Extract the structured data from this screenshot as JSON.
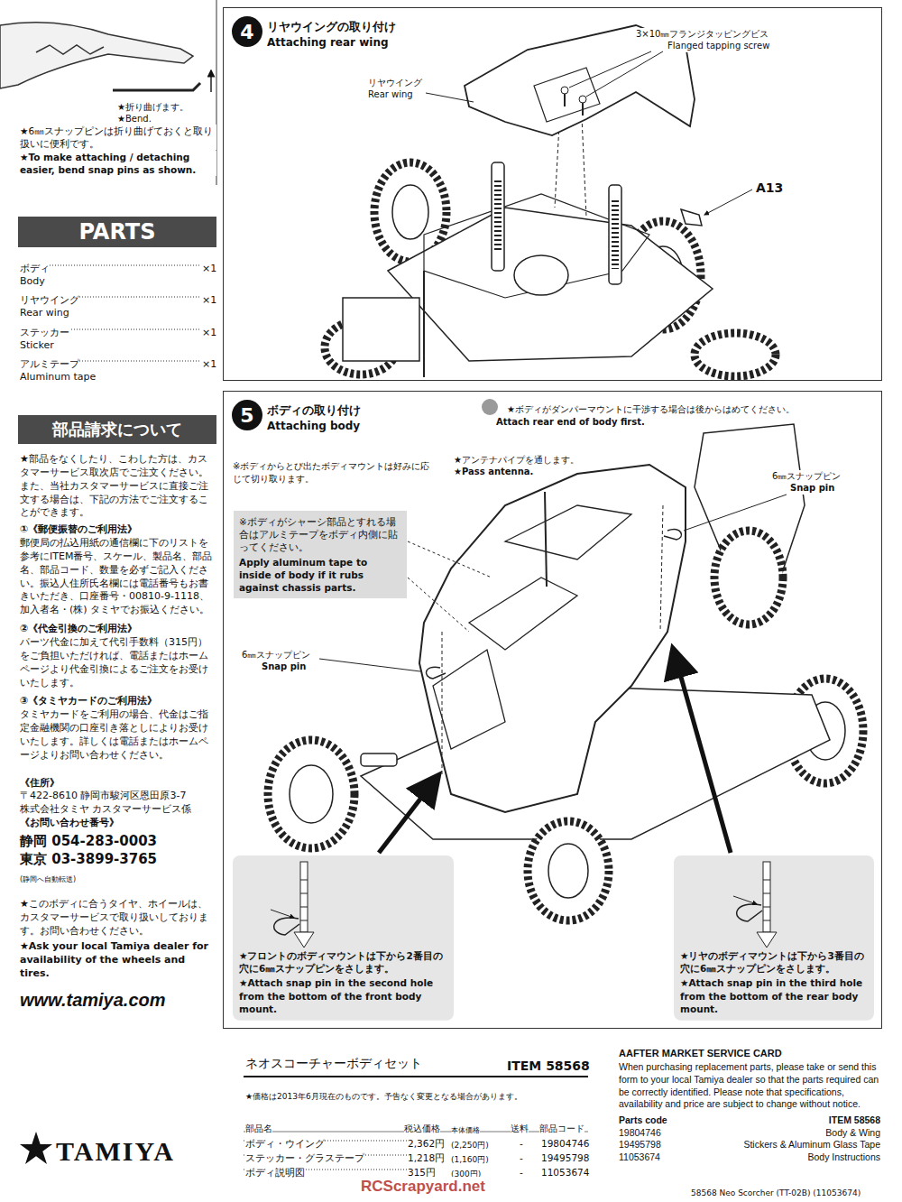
{
  "diagram": {
    "nodes": [
      {
        "text": [
          "リヤウイングの取り付け",
          "Attaching rear wing"
        ]
      },
      {
        "text": [
          "4"
        ],
        "in": 0
      },
      {
        "text": [
          "ボディの取り付け",
          "Attaching body"
        ]
      },
      {
        "text": [
          "5"
        ],
        "in": 2
      },
      {
        "text": [
          "※ボディがシャーシ部品とすれる場合はアルミテープをボディ内側に貼ってください。",
          "Apply aluminum tape to inside of body if it rubs against chassis parts."
        ],
        "in": 2
      },
      {
        "text": [
          "★フロントのボディマウントは下から2番目の穴に6㎜スナップピンをさします。",
          "★Attach snap pin in the second hole from the bottom of the front body mount."
        ],
        "in": 2
      },
      {
        "text": [
          "★リヤのボディマウントは下から3番目の穴に6㎜スナップピンをさします。",
          "★Attach snap pin in the third hole from the bottom of the rear body mount."
        ],
        "in": 2
      },
      {
        "text": [
          "PARTS"
        ]
      },
      {
        "text": [
          "部品請求について"
        ]
      }
    ],
    "labels": [
      "★折り曲げます。",
      "★Bend.",
      "★6㎜スナップピンは折り曲げておくと取り扱いに便利です。",
      "★To make attaching / detaching easier, bend snap pins as shown.",
      "ボディ",
      "×1",
      "Body",
      "リヤウイング",
      "×1",
      "Rear wing",
      "ステッカー",
      "×1",
      "Sticker",
      "アルミテープ",
      "×1",
      "Aluminum tape",
      "★部品をなくしたり、こわした方は、カスタマーサービス取次店でご注文ください。また、当社カスタマーサービスに直接ご注文する場合は、下記の方法でご注文することができます。",
      "①《郵便振替のご利用法》",
      "郵便局の払込用紙の通信欄に下のリストを参考にITEM番号、スケール、製品名、部品名、部品コード、数量を必ずご記入ください。振込人住所氏名欄には電話番号もお書きいただき、口座番号・00810-9-1118、加入者名・(株) タミヤでお振込ください。",
      "②《代金引換のご利用法》",
      "パーツ代金に加えて代引手数料（315円）をご負担いただければ、電話またはホームページより代金引換によるご注文をお受けいたします。",
      "③《タミヤカードのご利用法》",
      "タミヤカードをご利用の場合、代金はご指定金融機関の口座引き落としによりお受けいたします。詳しくは電話またはホームページよりお問い合わせください。",
      "《住所》",
      "〒422-8610 静岡市駿河区恩田原3-7",
      "株式会社タミヤ カスタマーサービス係",
      "《お問い合わせ番号》",
      "静岡 054-283-0003",
      "東京 03-3899-3765",
      "(静岡へ自動転送)",
      "★このボディに合うタイヤ、ホイールは、カスタマーサービスで取り扱いしております。お問い合わせください。",
      "★Ask your local Tamiya dealer for availability of the wheels and tires.",
      "www.tamiya.com",
      "TAMIYA",
      "3×10㎜フランジタッピングビス",
      "Flanged tapping screw",
      "リヤウイング",
      "Rear wing",
      "A13",
      "★ボディがダンパーマウントに干渉する場合は後からはめてください。",
      "Attach rear end of body first.",
      "★アンテナパイプを通します。",
      "★Pass antenna.",
      "※ボディからとび出たボディマウントは好みに応じて切り取ります。",
      "6㎜スナップピン",
      "Snap pin",
      "6㎜スナップピン",
      "Snap pin",
      "ネオスコーチャーボディセット",
      "ITEM 58568",
      "★価格は2013年6月現在のものです。予告なく変更となる場合があります。",
      "部品名",
      "税込価格",
      "本体価格",
      "送料",
      "部品コード",
      "ボディ・ウイング",
      "2,362円",
      "(2,250円)",
      "-",
      "19804746",
      "ステッカー・グラステープ",
      "1,218円",
      "(1,160円)",
      "-",
      "19495798",
      "ボディ説明図",
      "315円",
      "(300円)",
      "-",
      "11053674",
      "AAFTER MARKET SERVICE CARD",
      "When purchasing replacement parts, please take or send this form to your local Tamiya dealer so that the parts required can be correctly identified. Please note that specifications, availability and price are subject to change without notice.",
      "Parts code",
      "ITEM 58568",
      "19804746",
      "Body & Wing",
      "19495798",
      "Stickers & Aluminum Glass Tape",
      "11053674",
      "Body Instructions",
      "58568 Neo Scorcher (TT-02B) (11053674)",
      "RCScrapyard.net"
    ]
  }
}
